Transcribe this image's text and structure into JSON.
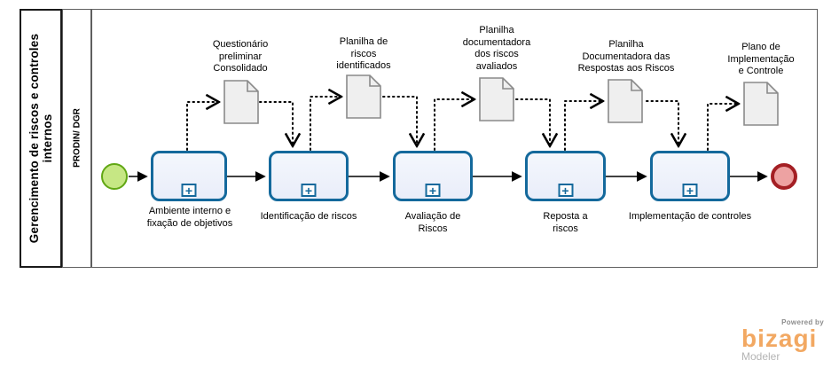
{
  "pool": {
    "title": "Gerencimento de riscos e\ncontroles internos",
    "lane": "PRODIN/ DGR"
  },
  "tasks": [
    {
      "label": "Ambiente interno e\nfixação de objetivos"
    },
    {
      "label": "Identificação de riscos"
    },
    {
      "label": "Avaliação de\nRiscos"
    },
    {
      "label": "Reposta a\nriscos"
    },
    {
      "label": "Implementação de controles"
    }
  ],
  "documents": [
    {
      "label": "Questionário\npreliminar\nConsolidado"
    },
    {
      "label": "Planilha de\nriscos\nidentificados"
    },
    {
      "label": "Planilha\ndocumentadora\ndos riscos\navaliados"
    },
    {
      "label": "Planilha\nDocumentadora das\nRespostas aos Riscos"
    },
    {
      "label": "Plano de\nImplementação\ne Controle"
    }
  ],
  "icons": {
    "subprocess_marker": "+"
  },
  "logo": {
    "powered_by": "Powered by",
    "brand": "bizagi",
    "product": "Modeler"
  },
  "colors": {
    "task_border": "#14699c",
    "task_fill": "#e9edf9",
    "start_border": "#61a714",
    "start_fill": "#c6e784",
    "end_border": "#a41f24",
    "end_fill": "#eda2a2",
    "doc_border": "#8a8a8a",
    "doc_fill": "#efefef",
    "brand_orange": "#f2a862"
  }
}
